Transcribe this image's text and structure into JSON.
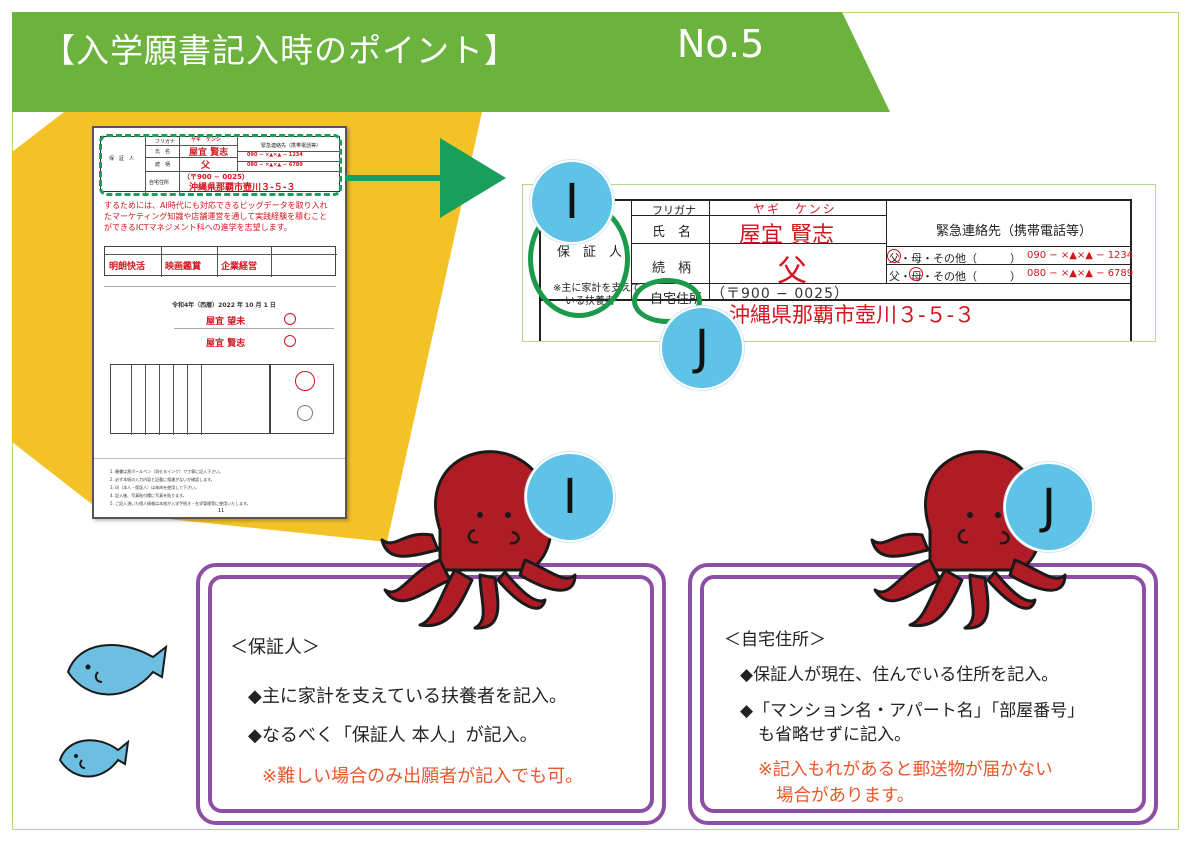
{
  "header": {
    "title": "【入学願書記入時のポイント】",
    "number": "No.5"
  },
  "thumbnail": {
    "furigana_label": "フリガナ",
    "name_label": "氏　名",
    "relation_label": "続　柄",
    "guarantor_label": "保　証　人",
    "address_label": "自宅住所",
    "emergency_label": "緊急連絡先（携帯電話等）",
    "kana": "ヤギ　ケンシ",
    "name": "屋宜 賢志",
    "relation": "父",
    "postal": "（〒900 − 0025）",
    "address": "沖縄県那覇市壺川３-５-３",
    "phone1": "090 − ×▲×▲ − 1234",
    "phone2": "080 − ×▲×▲ − 6789",
    "essay": "するためには、AI時代にも対応できるビッグデータを取り入れたマーケティング知識や店舗運営を通して実践経験を積むことができるICTマネジメント科への進学を志望します。",
    "subjects": [
      "明朗快活",
      "映画鑑賞",
      "企業経営"
    ],
    "date": "令和4年（西暦）2022 年 10 月 1 日",
    "applicant": "屋宜 望未",
    "guarantor_sign": "屋宜 賢志",
    "notes": [
      "1. 願書は黒ボールペン（消せるインク）で丁寧に記入下さい。",
      "2. 必ず本紙の入力内容と記載に相違がないか確認します。",
      "3. 印（本人・保証人）は朱肉を使用して下さい。",
      "4. 記入後、写真貼付欄に写真を貼ります。",
      "5. ご記入頂いた個人情報は本校が入学手続き・在学管理等に使用いたします。"
    ],
    "page_no": "11"
  },
  "zoom": {
    "furigana_label": "フリガナ",
    "name_label": "氏　名",
    "relation_label": "続　柄",
    "guarantor_label": "保　証　人",
    "guarantor_note_1": "※主に家計を支えて",
    "guarantor_note_2": "いる扶養者",
    "address_label": "自宅住所",
    "emergency_label": "緊急連絡先（携帯電話等）",
    "kana": "ヤギ　ケンシ",
    "name": "屋宜 賢志",
    "relation": "父",
    "postal": "（〒900 − 0025）",
    "address": "沖縄県那覇市壺川３-５-３",
    "contact1_label": "父・母・その他（　　　）",
    "contact1_phone": "090 − ×▲×▲ − 1234",
    "contact2_label": "父・母・その他（　　　）",
    "contact2_phone": "080 − ×▲×▲ − 6789",
    "contact1_circled": "父",
    "contact2_circled": "母"
  },
  "badges": {
    "i": "I",
    "j": "J"
  },
  "box_guarantor": {
    "heading": "＜保証人＞",
    "item1": "◆主に家計を支えている扶養者を記入。",
    "item2": "◆なるべく「保証人 本人」が記入。",
    "note": "※難しい場合のみ出願者が記入でも可。"
  },
  "box_address": {
    "heading": "＜自宅住所＞",
    "item1": "◆保証人が現在、住んでいる住所を記入。",
    "item2_line1": "◆「マンション名・アパート名」「部屋番号」",
    "item2_line2": "も省略せずに記入。",
    "note_line1": "※記入もれがあると郵送物が届かない",
    "note_line2": "場合があります。"
  },
  "colors": {
    "banner": "#6cb33e",
    "accent_yellow": "#f3c227",
    "highlight_green": "#1a9a4a",
    "badge_blue": "#5ec3e6",
    "box_purple": "#8d4fa3",
    "red_text": "#d4141e",
    "note_orange": "#e9572b",
    "octopus": "#b01c25"
  }
}
